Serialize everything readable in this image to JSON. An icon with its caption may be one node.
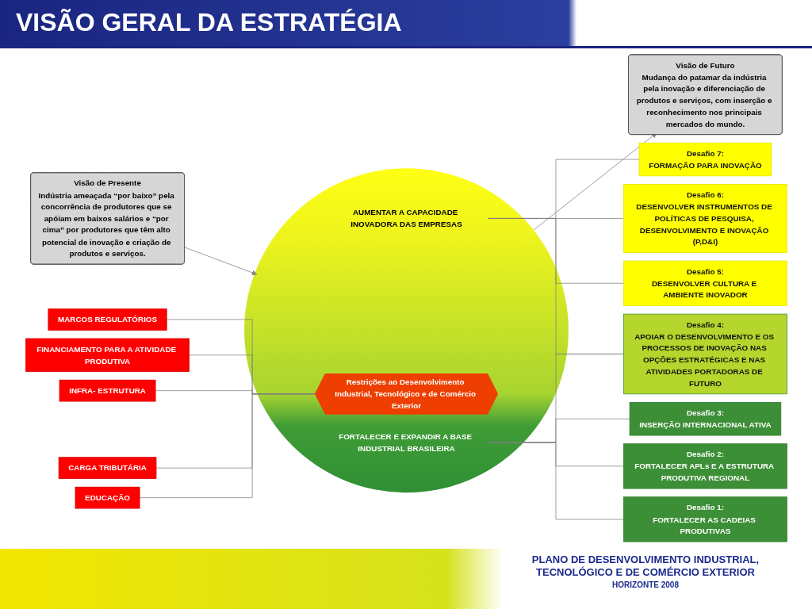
{
  "diagram": {
    "title": "VISÃO GERAL DA ESTRATÉGIA",
    "nodes": [
      {
        "text": [
          "EDUCAÇÃO"
        ]
      },
      {
        "text": [
          "CARGA TRIBUTÁRIA"
        ]
      },
      {
        "text": [
          "INFRA- ESTRUTURA"
        ]
      },
      {
        "text": [
          "FINANCIAMENTO PARA A ATIVIDADE PRODUTIVA"
        ]
      },
      {
        "text": [
          "MARCOS REGULATÓRIOS"
        ]
      },
      {
        "text": [
          "Visão de Presente",
          "Indústria ameaçada “por baixo” pela concorrência de produtores que se apóiam em baixos salários e “por cima” por produtores que têm alto potencial de inovação e criação de produtos e serviços."
        ]
      },
      {
        "text": [],
        "shape": "circle"
      },
      {
        "text": [
          "AUMENTAR A CAPACIDADE INOVADORA DAS EMPRESAS"
        ],
        "in": 6
      },
      {
        "text": [
          "Restrições ao Desenvolvimento Industrial, Tecnológico e de Comércio Exterior"
        ],
        "in": 6
      },
      {
        "text": [
          "FORTALECER E EXPANDIR A BASE INDUSTRIAL BRASILEIRA"
        ],
        "in": 6
      },
      {
        "text": [
          "Visão de Futuro",
          "Mudança do patamar da indústria pela inovação e diferenciação de produtos e serviços, com inserção e reconhecimento nos principais mercados do mundo."
        ]
      },
      {
        "text": [
          "Desafio 1:",
          "FORTALECER AS CADEIAS PRODUTIVAS"
        ]
      },
      {
        "text": [
          "Desafio 2:",
          "FORTALECER APLs E A ESTRUTURA PRODUTIVA REGIONAL"
        ]
      },
      {
        "text": [
          "Desafio 3:",
          "INSERÇÃO INTERNACIONAL ATIVA"
        ]
      },
      {
        "text": [
          "Desafio 4:",
          "APOIAR O DESENVOLVIMENTO E OS PROCESSOS DE INOVAÇÃO NAS OPÇÕES ESTRATÉGICAS E NAS ATIVIDADES PORTADORAS DE FUTURO"
        ]
      },
      {
        "text": [
          "Desafio 5:",
          "DESENVOLVER CULTURA E AMBIENTE INOVADOR"
        ]
      },
      {
        "text": [
          "Desafio 6:",
          "DESENVOLVER INSTRUMENTOS DE POLÍTICAS DE PESQUISA, DESENVOLVIMENTO E INOVAÇÃO (P,D&I)"
        ]
      },
      {
        "text": [
          "Desafio 7:",
          "FORMAÇÃO PARA INOVAÇÃO"
        ]
      }
    ],
    "edges": [
      {
        "from": 0,
        "to": 8,
        "arrow": "none"
      },
      {
        "from": 1,
        "to": 8,
        "arrow": "none"
      },
      {
        "from": 2,
        "to": 8,
        "arrow": "none"
      },
      {
        "from": 3,
        "to": 8,
        "arrow": "none"
      },
      {
        "from": 4,
        "to": 8,
        "arrow": "none"
      },
      {
        "from": 5,
        "to": 6,
        "arrow": "to"
      },
      {
        "from": 6,
        "to": 10,
        "arrow": "to"
      },
      {
        "from": 7,
        "to": 14,
        "arrow": "none"
      },
      {
        "from": 7,
        "to": 15,
        "arrow": "none"
      },
      {
        "from": 7,
        "to": 16,
        "arrow": "none"
      },
      {
        "from": 7,
        "to": 17,
        "arrow": "none"
      },
      {
        "from": 9,
        "to": 11,
        "arrow": "none"
      },
      {
        "from": 9,
        "to": 12,
        "arrow": "none"
      },
      {
        "from": 9,
        "to": 13,
        "arrow": "none"
      },
      {
        "from": 9,
        "to": 14,
        "arrow": "none"
      }
    ],
    "labels": [
      "PLANO DE DESENVOLVIMENTO INDUSTRIAL, TECNOLÓGICO E DE COMÉRCIO EXTERIOR",
      "HORIZONTE 2008"
    ]
  }
}
